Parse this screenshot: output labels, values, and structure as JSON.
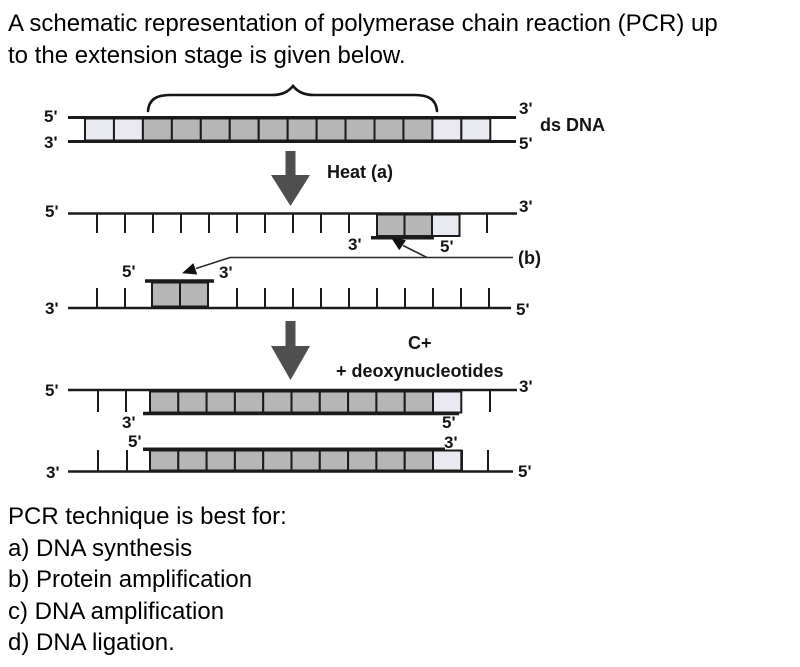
{
  "question": {
    "intro_lines": [
      "A schematic representation of polymerase chain reaction (PCR) up",
      "to the extension stage is given below."
    ],
    "prompt": "PCR technique is best for:",
    "options": [
      "a) DNA synthesis",
      "b) Protein amplification",
      "c) DNA amplification",
      "d) DNA ligation."
    ]
  },
  "diagram": {
    "labels": {
      "five_prime": "5'",
      "three_prime": "3'",
      "ds_dna": "ds DNA",
      "heat": "Heat (a)",
      "step_b": "(b)",
      "c_plus": "C+",
      "deoxynucleotides": "+ deoxynucleotides"
    },
    "colors": {
      "template_segment": "#b6b6b6",
      "flank_segment": "#e9e9f1",
      "stroke": "#1b1b1b",
      "arrow": "#4f4f4f"
    }
  }
}
